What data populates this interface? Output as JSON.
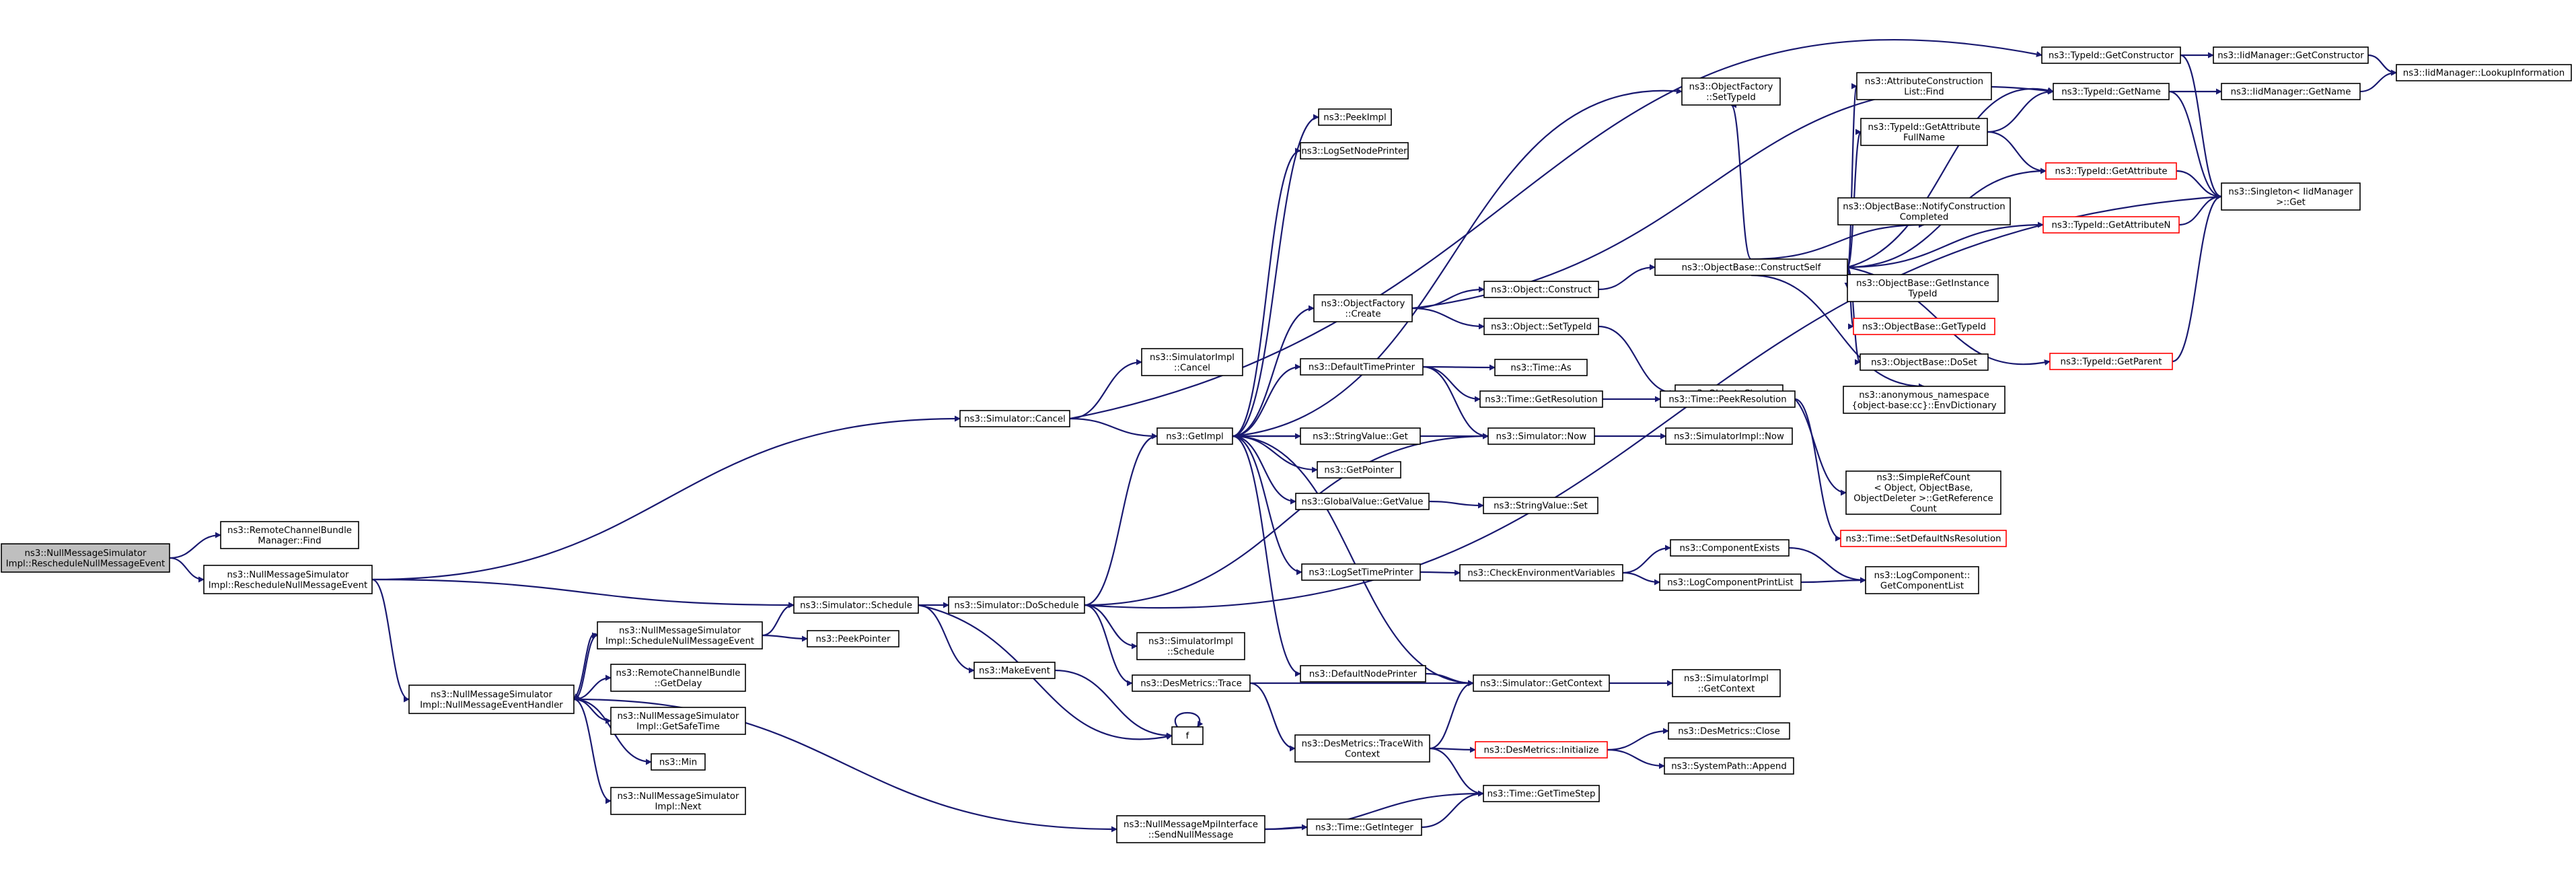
{
  "colors": {
    "edge": "#191970",
    "node_border": "#000000",
    "truncated_border": "#ff0000",
    "root_fill": "#bfbfbf",
    "background": "#ffffff"
  },
  "nodes": [
    {
      "id": "root",
      "lines": [
        "ns3::NullMessageSimulator",
        "Impl::RescheduleNullMessageEvent"
      ],
      "style": "root"
    },
    {
      "id": "rcb_find",
      "lines": [
        "ns3::RemoteChannelBundle",
        "Manager::Find"
      ]
    },
    {
      "id": "resched",
      "lines": [
        "ns3::NullMessageSimulator",
        "Impl::RescheduleNullMessageEvent"
      ]
    },
    {
      "id": "handler",
      "lines": [
        "ns3::NullMessageSimulator",
        "Impl::NullMessageEventHandler"
      ]
    },
    {
      "id": "sim_cancel",
      "lines": [
        "ns3::Simulator::Cancel"
      ]
    },
    {
      "id": "sim_schedule",
      "lines": [
        "ns3::Simulator::Schedule"
      ]
    },
    {
      "id": "sched_nme",
      "lines": [
        "ns3::NullMessageSimulator",
        "Impl::ScheduleNullMessageEvent"
      ]
    },
    {
      "id": "peekpointer",
      "lines": [
        "ns3::PeekPointer"
      ]
    },
    {
      "id": "rcb_getdelay",
      "lines": [
        "ns3::RemoteChannelBundle",
        "::GetDelay"
      ]
    },
    {
      "id": "getsafetime",
      "lines": [
        "ns3::NullMessageSimulator",
        "Impl::GetSafeTime"
      ]
    },
    {
      "id": "min",
      "lines": [
        "ns3::Min"
      ]
    },
    {
      "id": "next",
      "lines": [
        "ns3::NullMessageSimulator",
        "Impl::Next"
      ]
    },
    {
      "id": "simimpl_cancel",
      "lines": [
        "ns3::SimulatorImpl",
        "::Cancel"
      ]
    },
    {
      "id": "doschedule",
      "lines": [
        "ns3::Simulator::DoSchedule"
      ]
    },
    {
      "id": "makeevent",
      "lines": [
        "ns3::MakeEvent"
      ]
    },
    {
      "id": "f",
      "lines": [
        "f"
      ]
    },
    {
      "id": "simimpl_schedule",
      "lines": [
        "ns3::SimulatorImpl",
        "::Schedule"
      ]
    },
    {
      "id": "des_trace",
      "lines": [
        "ns3::DesMetrics::Trace"
      ]
    },
    {
      "id": "mpi_sendnull",
      "lines": [
        "ns3::NullMessageMpiInterface",
        "::SendNullMessage"
      ]
    },
    {
      "id": "getimpl",
      "lines": [
        "ns3::GetImpl"
      ]
    },
    {
      "id": "peekimpl",
      "lines": [
        "ns3::PeekImpl"
      ]
    },
    {
      "id": "logsetnodeprinter",
      "lines": [
        "ns3::LogSetNodePrinter"
      ]
    },
    {
      "id": "objfactory_create",
      "lines": [
        "ns3::ObjectFactory",
        "::Create"
      ]
    },
    {
      "id": "defaulttimeprinter",
      "lines": [
        "ns3::DefaultTimePrinter"
      ]
    },
    {
      "id": "stringvalue_get",
      "lines": [
        "ns3::StringValue::Get"
      ]
    },
    {
      "id": "getpointer",
      "lines": [
        "ns3::GetPointer"
      ]
    },
    {
      "id": "globalvalue_get",
      "lines": [
        "ns3::GlobalValue::GetValue"
      ]
    },
    {
      "id": "logsettimeprinter",
      "lines": [
        "ns3::LogSetTimePrinter"
      ]
    },
    {
      "id": "defaultnodeprinter",
      "lines": [
        "ns3::DefaultNodePrinter"
      ]
    },
    {
      "id": "des_tracectx",
      "lines": [
        "ns3::DesMetrics::TraceWith",
        "Context"
      ]
    },
    {
      "id": "time_getinteger",
      "lines": [
        "ns3::Time::GetInteger"
      ]
    },
    {
      "id": "objfactory_settypeid",
      "lines": [
        "ns3::ObjectFactory",
        "::SetTypeId"
      ]
    },
    {
      "id": "obj_construct",
      "lines": [
        "ns3::Object::Construct"
      ]
    },
    {
      "id": "obj_settypeid",
      "lines": [
        "ns3::Object::SetTypeId"
      ]
    },
    {
      "id": "time_as",
      "lines": [
        "ns3::Time::As"
      ]
    },
    {
      "id": "time_getres",
      "lines": [
        "ns3::Time::GetResolution"
      ]
    },
    {
      "id": "sim_now",
      "lines": [
        "ns3::Simulator::Now"
      ]
    },
    {
      "id": "stringvalue_set",
      "lines": [
        "ns3::StringValue::Set"
      ]
    },
    {
      "id": "check_env",
      "lines": [
        "ns3::CheckEnvironmentVariables"
      ]
    },
    {
      "id": "sim_getcontext",
      "lines": [
        "ns3::Simulator::GetContext"
      ]
    },
    {
      "id": "des_init",
      "lines": [
        "ns3::DesMetrics::Initialize"
      ],
      "style": "red"
    },
    {
      "id": "time_gettimestep",
      "lines": [
        "ns3::Time::GetTimeStep"
      ]
    },
    {
      "id": "obj_check",
      "lines": [
        "ns3::Object::Check"
      ]
    },
    {
      "id": "time_peekres",
      "lines": [
        "ns3::Time::PeekResolution"
      ]
    },
    {
      "id": "simimpl_now",
      "lines": [
        "ns3::SimulatorImpl::Now"
      ]
    },
    {
      "id": "compexists",
      "lines": [
        "ns3::ComponentExists"
      ]
    },
    {
      "id": "logcompprintlist",
      "lines": [
        "ns3::LogComponentPrintList"
      ]
    },
    {
      "id": "simimpl_getctx",
      "lines": [
        "ns3::SimulatorImpl",
        "::GetContext"
      ]
    },
    {
      "id": "des_close",
      "lines": [
        "ns3::DesMetrics::Close"
      ]
    },
    {
      "id": "syspath_append",
      "lines": [
        "ns3::SystemPath::Append"
      ]
    },
    {
      "id": "objbase_cs",
      "lines": [
        "ns3::ObjectBase::ConstructSelf"
      ]
    },
    {
      "id": "attrconst_find",
      "lines": [
        "ns3::AttributeConstruction",
        "List::Find"
      ]
    },
    {
      "id": "typeid_getattrfullname",
      "lines": [
        "ns3::TypeId::GetAttribute",
        "FullName"
      ]
    },
    {
      "id": "objbase_notify",
      "lines": [
        "ns3::ObjectBase::NotifyConstruction",
        "Completed"
      ]
    },
    {
      "id": "objbase_getinst",
      "lines": [
        "ns3::ObjectBase::GetInstance",
        "TypeId"
      ]
    },
    {
      "id": "objbase_gettypeid",
      "lines": [
        "ns3::ObjectBase::GetTypeId"
      ],
      "style": "red"
    },
    {
      "id": "objbase_doset",
      "lines": [
        "ns3::ObjectBase::DoSet"
      ]
    },
    {
      "id": "anon_envdict",
      "lines": [
        "ns3::anonymous_namespace",
        "{object-base:cc}::EnvDictionary"
      ]
    },
    {
      "id": "simplerefcount",
      "lines": [
        "ns3::SimpleRefCount",
        "< Object, ObjectBase,",
        "ObjectDeleter >::GetReference",
        "Count"
      ]
    },
    {
      "id": "time_setdefns",
      "lines": [
        "ns3::Time::SetDefaultNsResolution"
      ],
      "style": "red"
    },
    {
      "id": "logcomp_getlist",
      "lines": [
        "ns3::LogComponent::",
        "GetComponentList"
      ]
    },
    {
      "id": "typeid_getconstructor",
      "lines": [
        "ns3::TypeId::GetConstructor"
      ]
    },
    {
      "id": "typeid_getname",
      "lines": [
        "ns3::TypeId::GetName"
      ]
    },
    {
      "id": "typeid_getattribute",
      "lines": [
        "ns3::TypeId::GetAttribute"
      ],
      "style": "red"
    },
    {
      "id": "typeid_getattributen",
      "lines": [
        "ns3::TypeId::GetAttributeN"
      ],
      "style": "red"
    },
    {
      "id": "typeid_getparent",
      "lines": [
        "ns3::TypeId::GetParent"
      ],
      "style": "red"
    },
    {
      "id": "iidm_getconstructor",
      "lines": [
        "ns3::IidManager::GetConstructor"
      ]
    },
    {
      "id": "iidm_getname",
      "lines": [
        "ns3::IidManager::GetName"
      ]
    },
    {
      "id": "iidm_lookupinfo",
      "lines": [
        "ns3::IidManager::LookupInformation"
      ]
    },
    {
      "id": "singleton_get",
      "lines": [
        "ns3::Singleton< IidManager",
        ">::Get"
      ]
    }
  ]
}
